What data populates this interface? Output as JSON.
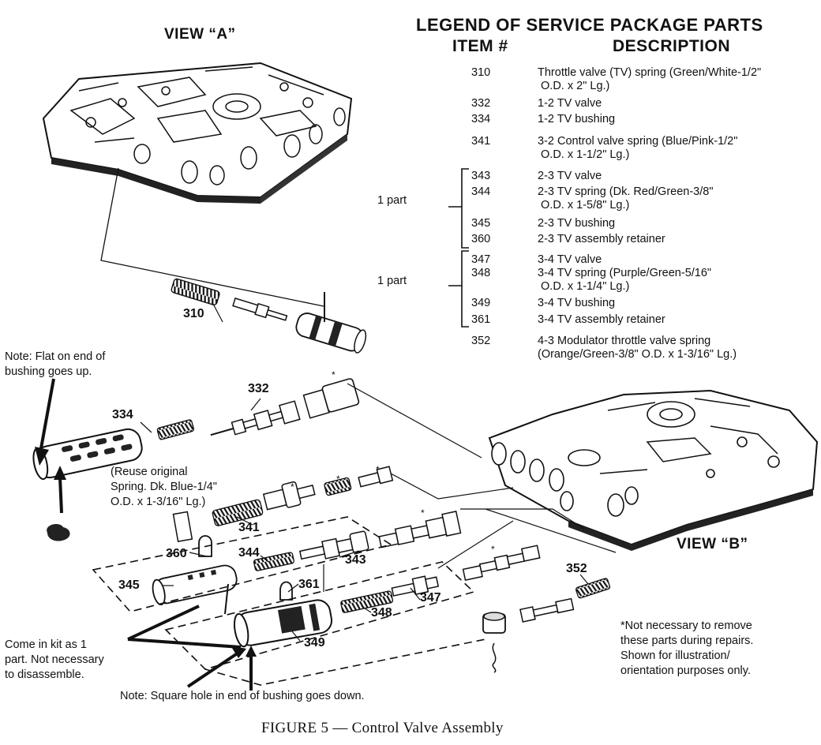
{
  "view_a": "VIEW “A”",
  "view_b": "VIEW “B”",
  "legend": {
    "title": "LEGEND OF SERVICE PACKAGE PARTS",
    "col_item": "ITEM #",
    "col_desc": "DESCRIPTION",
    "rows": [
      {
        "item": "310",
        "desc": "Throttle valve (TV) spring (Green/White-1/2\"\n O.D. x 2\" Lg.)"
      },
      {
        "item": "332",
        "desc": "1-2 TV valve"
      },
      {
        "item": "334",
        "desc": "1-2 TV bushing"
      },
      {
        "item": "341",
        "desc": "3-2 Control valve spring (Blue/Pink-1/2\"\n O.D. x 1-1/2\" Lg.)"
      },
      {
        "item": "343",
        "desc": "2-3 TV valve"
      },
      {
        "item": "344",
        "desc": "2-3 TV spring (Dk. Red/Green-3/8\"\n O.D. x 1-5/8\" Lg.)"
      },
      {
        "item": "345",
        "desc": "2-3 TV bushing"
      },
      {
        "item": "360",
        "desc": "2-3 TV assembly retainer"
      },
      {
        "item": "347",
        "desc": "3-4 TV valve"
      },
      {
        "item": "348",
        "desc": "3-4 TV spring (Purple/Green-5/16\"\n O.D. x 1-1/4\" Lg.)"
      },
      {
        "item": "349",
        "desc": "3-4 TV bushing"
      },
      {
        "item": "361",
        "desc": "3-4 TV assembly retainer"
      },
      {
        "item": "352",
        "desc": "4-3 Modulator throttle valve spring\n(Orange/Green-3/8\" O.D. x 1-3/16\" Lg.)"
      }
    ],
    "group_label_1": "1 part",
    "group_label_2": "1 part"
  },
  "notes": {
    "flat_end": "Note: Flat on end of\nbushing goes up.",
    "reuse_spring": "(Reuse original\nSpring. Dk. Blue-1/4\"\nO.D. x 1-3/16\" Lg.)",
    "come_in_kit": "Come in kit as 1\npart. Not necessary\nto disassemble.",
    "square_hole": "Note: Square hole in end of bushing goes down.",
    "not_necessary": "*Not necessary to remove\nthese parts during repairs.\nShown for illustration/\norientation purposes only."
  },
  "part_labels": {
    "p310": "310",
    "p332": "332",
    "p334": "334",
    "p341": "341",
    "p360": "360",
    "p344": "344",
    "p343": "343",
    "p345": "345",
    "p361": "361",
    "p347": "347",
    "p348": "348",
    "p349": "349",
    "p352": "352"
  },
  "asterisk": "*",
  "caption": "FIGURE 5 — Control Valve Assembly"
}
